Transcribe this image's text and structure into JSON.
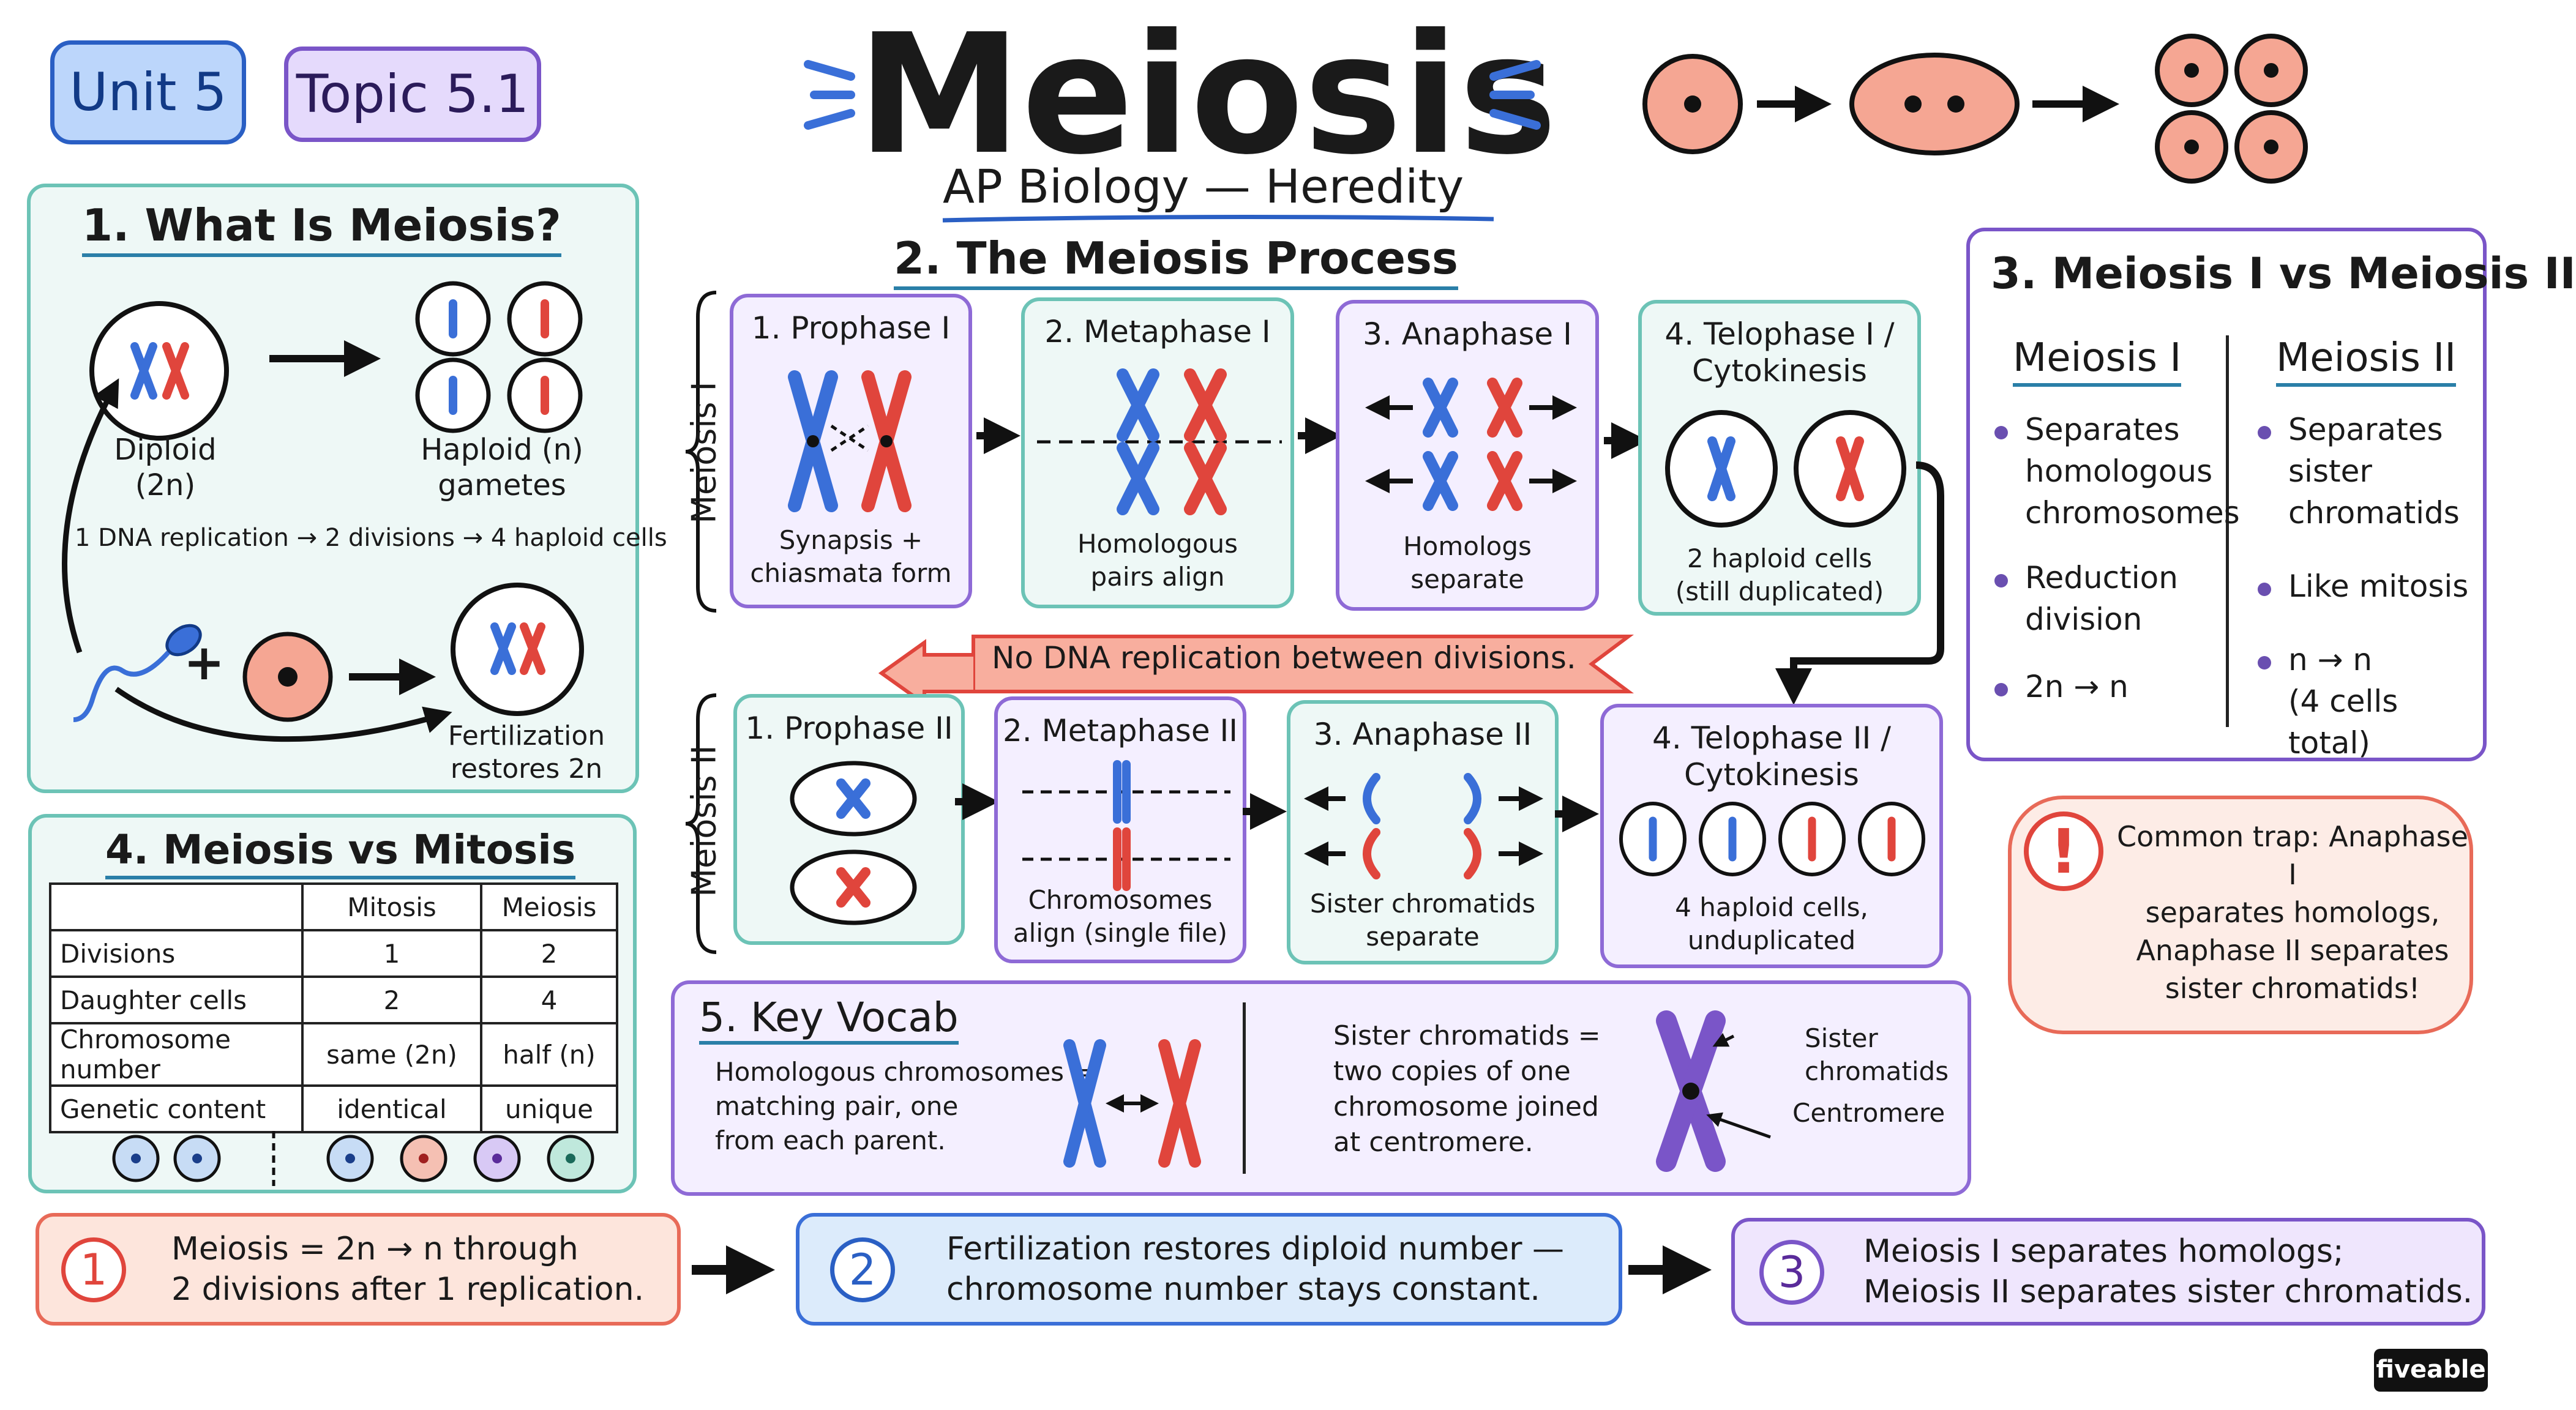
{
  "header": {
    "unit_badge": "Unit 5",
    "topic_badge": "Topic 5.1",
    "title": "Meiosis",
    "subtitle": "AP Biology — Heredity"
  },
  "section1": {
    "title": "1. What Is Meiosis?",
    "diploid_label": "Diploid\n(2n)",
    "haploid_label": "Haploid (n)\ngametes",
    "summary": "1 DNA replication → 2 divisions → 4 haploid cells",
    "fertilization_label": "Fertilization\nrestores 2n",
    "plus": "+"
  },
  "section2": {
    "title": "2. The Meiosis Process",
    "meiosis1_label": "Meiosis I",
    "meiosis2_label": "Meiosis II",
    "note": "No DNA replication between divisions.",
    "stages1": [
      {
        "title": "1. Prophase I",
        "caption": "Synapsis +\nchiasmata form"
      },
      {
        "title": "2. Metaphase I",
        "caption": "Homologous\npairs align"
      },
      {
        "title": "3. Anaphase I",
        "caption": "Homologs\nseparate"
      },
      {
        "title": "4. Telophase I /\nCytokinesis",
        "caption": "2 haploid cells\n(still duplicated)"
      }
    ],
    "stages2": [
      {
        "title": "1. Prophase II",
        "caption": ""
      },
      {
        "title": "2. Metaphase II",
        "caption": "Chromosomes\nalign (single file)"
      },
      {
        "title": "3. Anaphase II",
        "caption": "Sister chromatids\nseparate"
      },
      {
        "title": "4. Telophase II /\nCytokinesis",
        "caption": "4 haploid cells,\nunduplicated"
      }
    ]
  },
  "section3": {
    "title": "3. Meiosis I vs Meiosis II",
    "col1_head": "Meiosis I",
    "col2_head": "Meiosis II",
    "col1_items": [
      "Separates\nhomologous\nchromosomes",
      "Reduction\ndivision",
      "2n → n"
    ],
    "col2_items": [
      "Separates\nsister\nchromatids",
      "Like mitosis",
      "n → n\n(4 cells total)"
    ]
  },
  "trap": {
    "icon": "!",
    "text": "Common trap: Anaphase I\nseparates homologs,\nAnaphase II separates\nsister chromatids!"
  },
  "section4": {
    "title": "4. Meiosis vs Mitosis",
    "headers": [
      "",
      "Mitosis",
      "Meiosis"
    ],
    "rows": [
      [
        "Divisions",
        "1",
        "2"
      ],
      [
        "Daughter cells",
        "2",
        "4"
      ],
      [
        "Chromosome number",
        "same (2n)",
        "half (n)"
      ],
      [
        "Genetic content",
        "identical",
        "unique"
      ]
    ]
  },
  "section5": {
    "title": "5. Key Vocab",
    "homologous_def": "Homologous chromosomes =\nmatching pair, one\nfrom each parent.",
    "sister_def": "Sister chromatids =\ntwo copies of one\nchromosome joined\nat centromere.",
    "sister_label": "Sister\nchromatids",
    "centromere_label": "Centromere"
  },
  "takeaways": [
    {
      "num": "1",
      "text": "Meiosis = 2n → n through\n2 divisions after 1 replication."
    },
    {
      "num": "2",
      "text": "Fertilization restores diploid number —\nchromosome number stays constant."
    },
    {
      "num": "3",
      "text": "Meiosis I  separates homologs;\nMeiosis II separates sister chromatids."
    }
  ],
  "brand": "fiveable",
  "colors": {
    "blue": "#3a6fd8",
    "red": "#e0453c",
    "purple": "#7a55c8",
    "teal_bg": "#eef8f6",
    "lavender_bg": "#f4efff",
    "salmon": "#f4a090"
  }
}
